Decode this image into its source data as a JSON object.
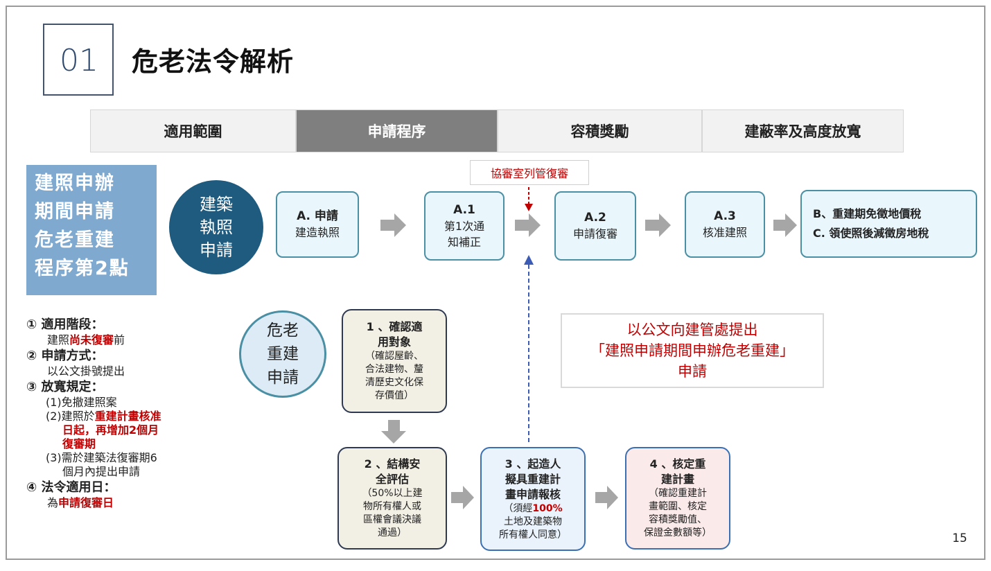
{
  "section_number": "01",
  "title": "危老法令解析",
  "tabs": [
    {
      "label": "適用範圍",
      "active": false
    },
    {
      "label": "申請程序",
      "active": true
    },
    {
      "label": "容積獎勵",
      "active": false
    },
    {
      "label": "建蔽率及高度放寬",
      "active": false
    }
  ],
  "sidebar": {
    "lines": [
      "建照申辦",
      "期間申請",
      "危老重建",
      "程序第2點"
    ]
  },
  "building_permit_circle": {
    "lines": [
      "建築",
      "執照",
      "申請"
    ]
  },
  "flow_a": {
    "a1_box": {
      "header": "A. 申請",
      "lines": [
        "建造執照"
      ]
    },
    "a1_step": {
      "header": "A.1",
      "lines": [
        "第1次通",
        "知補正"
      ]
    },
    "a2": {
      "header": "A.2",
      "lines": [
        "申請復審"
      ]
    },
    "a3": {
      "header": "A.3",
      "lines": [
        "核准建照"
      ]
    },
    "final": {
      "lines": [
        "B、重建期免徵地價稅",
        "C. 領使照後減徵房地稅"
      ]
    }
  },
  "review_label": "協審室列管復審",
  "renewal_circle": {
    "lines": [
      "危老",
      "重建",
      "申請"
    ]
  },
  "steps": [
    {
      "header_lines": [
        "1 、確認適",
        "用對象"
      ],
      "body_lines": [
        "（確認屋齡、",
        "合法建物、釐",
        "清歷史文化保",
        "存價值）"
      ]
    },
    {
      "header_lines": [
        "2 、結構安",
        "全評估"
      ],
      "body_lines": [
        "（50%以上建",
        "物所有權人或",
        "區權會議決議",
        "通過）"
      ]
    },
    {
      "header_lines": [
        "3 、起造人",
        "擬具重建計",
        "畫申請報核"
      ],
      "body_lines": [
        "（須經",
        "土地及建築物",
        "所有權人同意）"
      ],
      "highlight": "100%"
    },
    {
      "header_lines": [
        "4 、核定重",
        "建計畫"
      ],
      "body_lines": [
        "（確認重建計",
        "畫範圍、核定",
        "容積獎勵值、",
        "保證金數額等）"
      ]
    }
  ],
  "note": {
    "lines": [
      "以公文向建管處提出",
      "「建照申請期間申辦危老重建」",
      "申請"
    ]
  },
  "left_notes": {
    "n1_title": "① 適用階段：",
    "n1_pre": "建照",
    "n1_red": "尚未復審",
    "n1_post": "前",
    "n2_title": "② 申請方式：",
    "n2_text": "以公文掛號提出",
    "n3_title": "③ 放寬規定：",
    "n3_i1": "(1)免撤建照案",
    "n3_i2_pre": "(2)建照於",
    "n3_i2_red1": "重建計畫核准",
    "n3_i2_red2": "日起，再增加2個月",
    "n3_i2_red3": "復審期",
    "n3_i3_l1": "(3)需於建築法復審期6",
    "n3_i3_l2": "個月內提出申請",
    "n4_title": "④ 法令適用日：",
    "n4_pre": "為",
    "n4_red": "申請復審日"
  },
  "page_number": "15",
  "colors": {
    "accent_dark": "#1f5b7e",
    "sidebar_blue": "#7fa9cf",
    "teal_border": "#4a8fa3",
    "emphasis_red": "#c00000",
    "arrow_gray": "#a6a6a6",
    "dashed_blue": "#3b5bb5"
  }
}
